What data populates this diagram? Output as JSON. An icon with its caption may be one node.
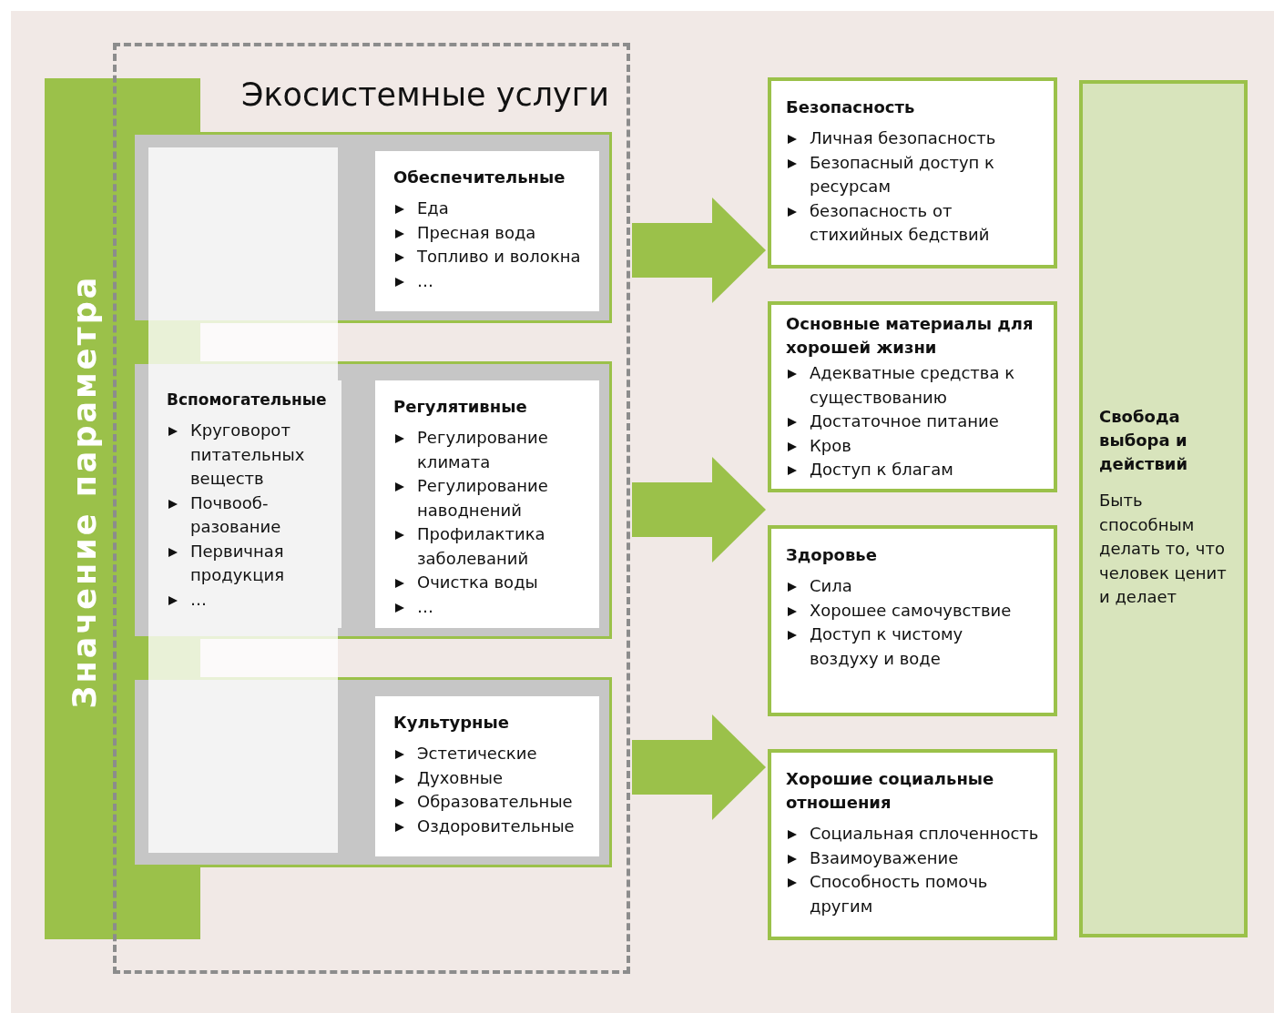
{
  "diagram": {
    "nodes": [
      {
        "text": [
          "Экосистемные услуги"
        ]
      },
      {
        "text": [
          "Значение параметра"
        ]
      },
      {
        "text": [
          "Обеспечительные",
          "Еда",
          "Пресная вода",
          "Топливо и волокна",
          "…"
        ],
        "in": 0
      },
      {
        "text": [
          "Вспомогательные",
          "Круговорот питательных веществ",
          "Почвооб-разование",
          "Первичная продукция",
          "…"
        ],
        "in": 0
      },
      {
        "text": [
          "Регулятивные",
          "Регулирование климата",
          "Регулирование наводнений",
          "Профилактика заболеваний",
          "Очистка воды",
          "…"
        ],
        "in": 0
      },
      {
        "text": [
          "Культурные",
          "Эстетические",
          "Духовные",
          "Образовательные",
          "Оздоровительные"
        ],
        "in": 0
      },
      {
        "text": [
          "Безопасность",
          "Личная безопасность",
          "Безопасный доступ к ресурсам",
          "безопасность от стихийных бедствий"
        ]
      },
      {
        "text": [
          "Основные материалы для хорошей жизни",
          "Адекватные средства к существованию",
          "Достаточное питание",
          "Кров",
          "Доступ к благам"
        ]
      },
      {
        "text": [
          "Здоровье",
          "Сила",
          "Хорошее самочувствие",
          "Доступ к чистому воздуху и воде"
        ]
      },
      {
        "text": [
          "Хорошие социальные отношения",
          "Социальная сплоченность",
          "Взаимоуважение",
          "Способность помочь другим"
        ]
      },
      {
        "text": [
          "Свобода выбора и действий",
          "Быть способным делать то, что человек ценит и делает"
        ]
      }
    ],
    "edges": [
      {
        "from": 0,
        "to": 6,
        "arrow": "to"
      },
      {
        "from": 0,
        "to": 8,
        "arrow": "to"
      },
      {
        "from": 0,
        "to": 9,
        "arrow": "to"
      }
    ]
  }
}
